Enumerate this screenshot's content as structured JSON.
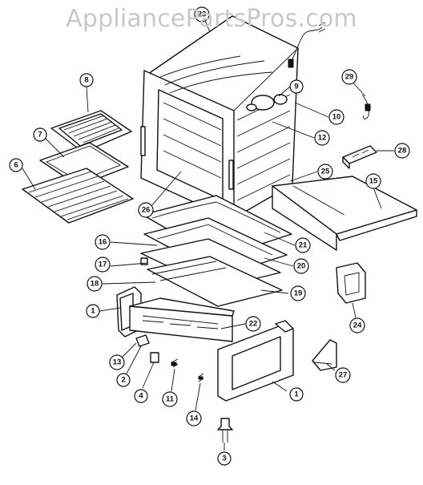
{
  "watermark": "AppliancePartsPros.com",
  "callouts": [
    "23",
    "8",
    "9",
    "29",
    "10",
    "7",
    "12",
    "6",
    "28",
    "26",
    "25",
    "15",
    "16",
    "21",
    "17",
    "20",
    "18",
    "19",
    "1",
    "24",
    "22",
    "13",
    "2",
    "27",
    "4",
    "11",
    "14",
    "1",
    "3"
  ]
}
